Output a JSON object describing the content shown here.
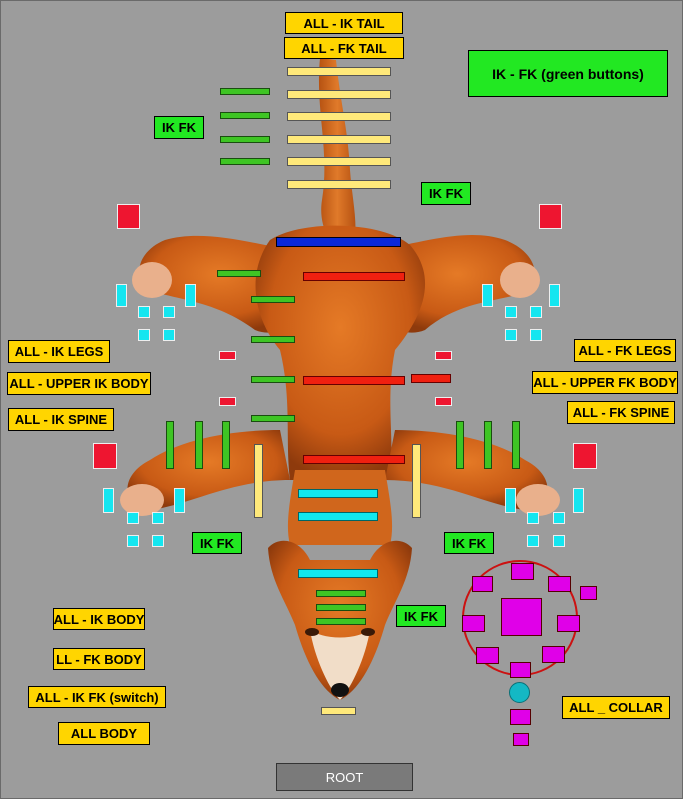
{
  "labels": {
    "all_ik_tail": "ALL - IK TAIL",
    "all_fk_tail": "ALL - FK TAIL",
    "ik_fk_green": "IK - FK (green buttons)",
    "ik_fk": "IK FK",
    "all_ik_legs": "ALL - IK LEGS",
    "all_upper_ik_body": "ALL - UPPER IK BODY",
    "all_ik_spine": "ALL - IK SPINE",
    "all_fk_legs": "ALL - FK LEGS",
    "all_upper_fk_body": "ALL - UPPER FK BODY",
    "all_fk_spine": "ALL - FK SPINE",
    "all_ik_body": "ALL - IK BODY",
    "all_fk_body": "LL - FK BODY",
    "all_ik_fk_switch": "ALL - IK FK (switch)",
    "all_body": "ALL BODY",
    "all_collar": "ALL _ COLLAR",
    "root": "ROOT"
  },
  "colors": {
    "background": "#9c9c9c",
    "label_yellow": "#ffd500",
    "label_green": "#22e822",
    "tail_yellow": "#ffe97a",
    "ik_green": "#3ec524",
    "spine_red": "#f02010",
    "hip_blue": "#0a28d8",
    "neck_cyan": "#11e8ee",
    "collar_purple": "#e000e8",
    "foot_red": "#ee1530"
  },
  "icons": {
    "character": "fox-body-illustration"
  }
}
